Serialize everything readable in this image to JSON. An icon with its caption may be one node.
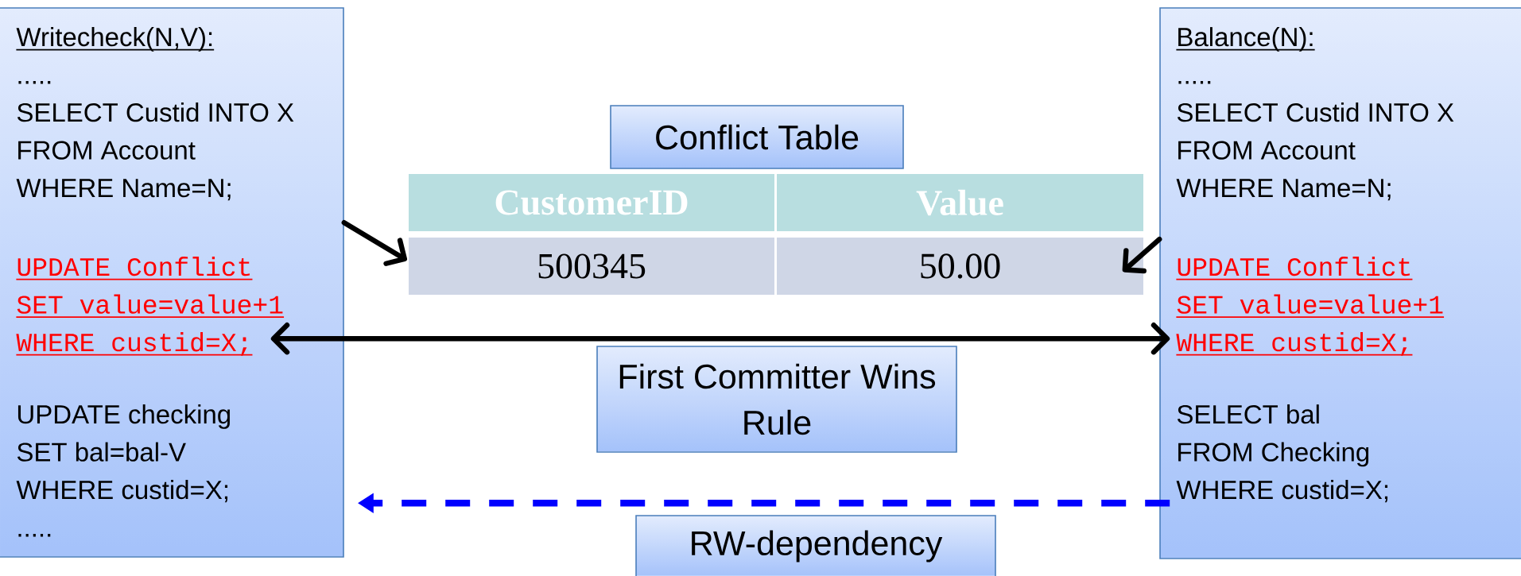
{
  "diagram": {
    "nodes": [
      {
        "text": [
          "Writecheck(N,V):",
          ".....",
          "SELECT Custid INTO X",
          "FROM Account",
          "WHERE Name=N;",
          "UPDATE Conflict",
          "SET value=value+1",
          "WHERE custid=X;",
          "UPDATE checking",
          "SET bal=bal-V",
          "WHERE custid=X;",
          "....."
        ]
      },
      {
        "text": [
          "Conflict Table"
        ]
      },
      {
        "text": [
          "CustomerID",
          "Value",
          "500345",
          "50.00"
        ]
      },
      {
        "text": [
          "Balance(N):",
          ".....",
          "SELECT Custid INTO X",
          "FROM Account",
          "WHERE Name=N;",
          "UPDATE Conflict",
          "SET value=value+1",
          "WHERE custid=X;",
          "SELECT bal",
          "FROM Checking",
          "WHERE custid=X;"
        ]
      },
      {
        "text": [
          "First Committer Wins Rule"
        ]
      },
      {
        "text": [
          "RW-dependency"
        ]
      }
    ],
    "edges": [
      {
        "from": 0,
        "to": 2,
        "arrow": "to"
      },
      {
        "from": 3,
        "to": 2,
        "arrow": "to"
      },
      {
        "from": 0,
        "to": 3,
        "arrow": "both"
      },
      {
        "from": 3,
        "to": 0,
        "arrow": "to",
        "style": "dashed",
        "color": "#0000ff"
      }
    ]
  }
}
